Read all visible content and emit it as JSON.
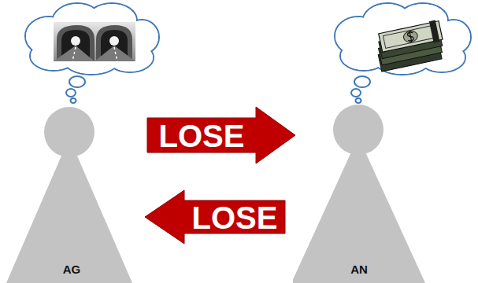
{
  "diagram": {
    "nodes": [
      {
        "text": [
          "AG"
        ]
      },
      {
        "text": [
          "AN"
        ]
      }
    ],
    "edges": [
      {
        "from": 0,
        "to": 1,
        "arrow": "to",
        "label": "LOSE"
      },
      {
        "from": 1,
        "to": 0,
        "arrow": "to",
        "label": "LOSE"
      }
    ]
  }
}
